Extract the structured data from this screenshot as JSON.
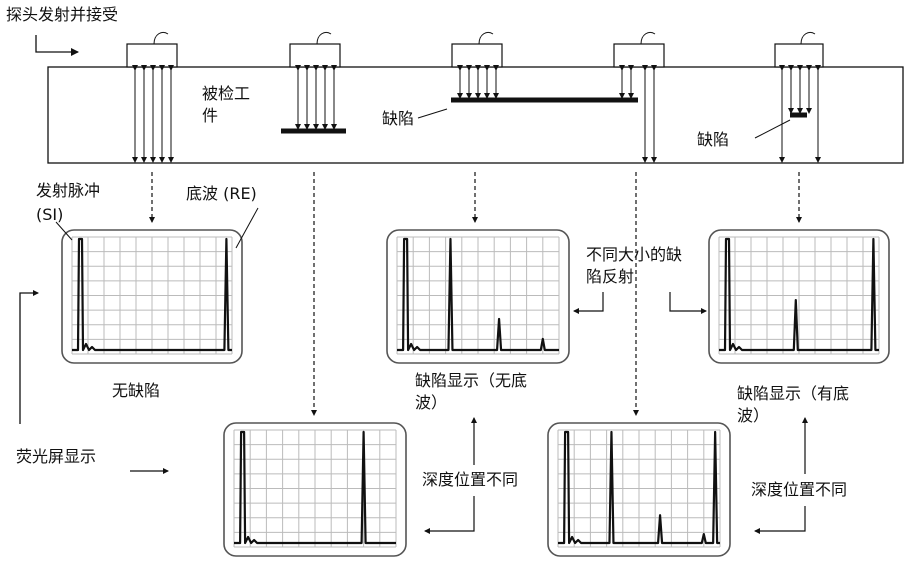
{
  "labels": {
    "probe_title": "探头发射并接受",
    "workpiece_line1": "被检工",
    "workpiece_line2": "件",
    "defect_mid": "缺陷",
    "defect_right": "缺陷",
    "pulse_line1": "发射脉冲",
    "pulse_line2": "(SI)",
    "backwall": "底波 (RE)",
    "no_defect": "无缺陷",
    "diff_size_line1": "不同大小的缺",
    "diff_size_line2": "陷反射",
    "show_nobottom_line1": "缺陷显示（无底",
    "show_nobottom_line2": "波）",
    "show_bottom_line1": "缺陷显示（有底",
    "show_bottom_line2": "波）",
    "depth_diff_1": "深度位置不同",
    "depth_diff_2": "深度位置不同",
    "screen_display": "荧光屏显示"
  },
  "colors": {
    "line": "#111111",
    "screen_border": "#555555",
    "grid": "#bbbbbb"
  }
}
